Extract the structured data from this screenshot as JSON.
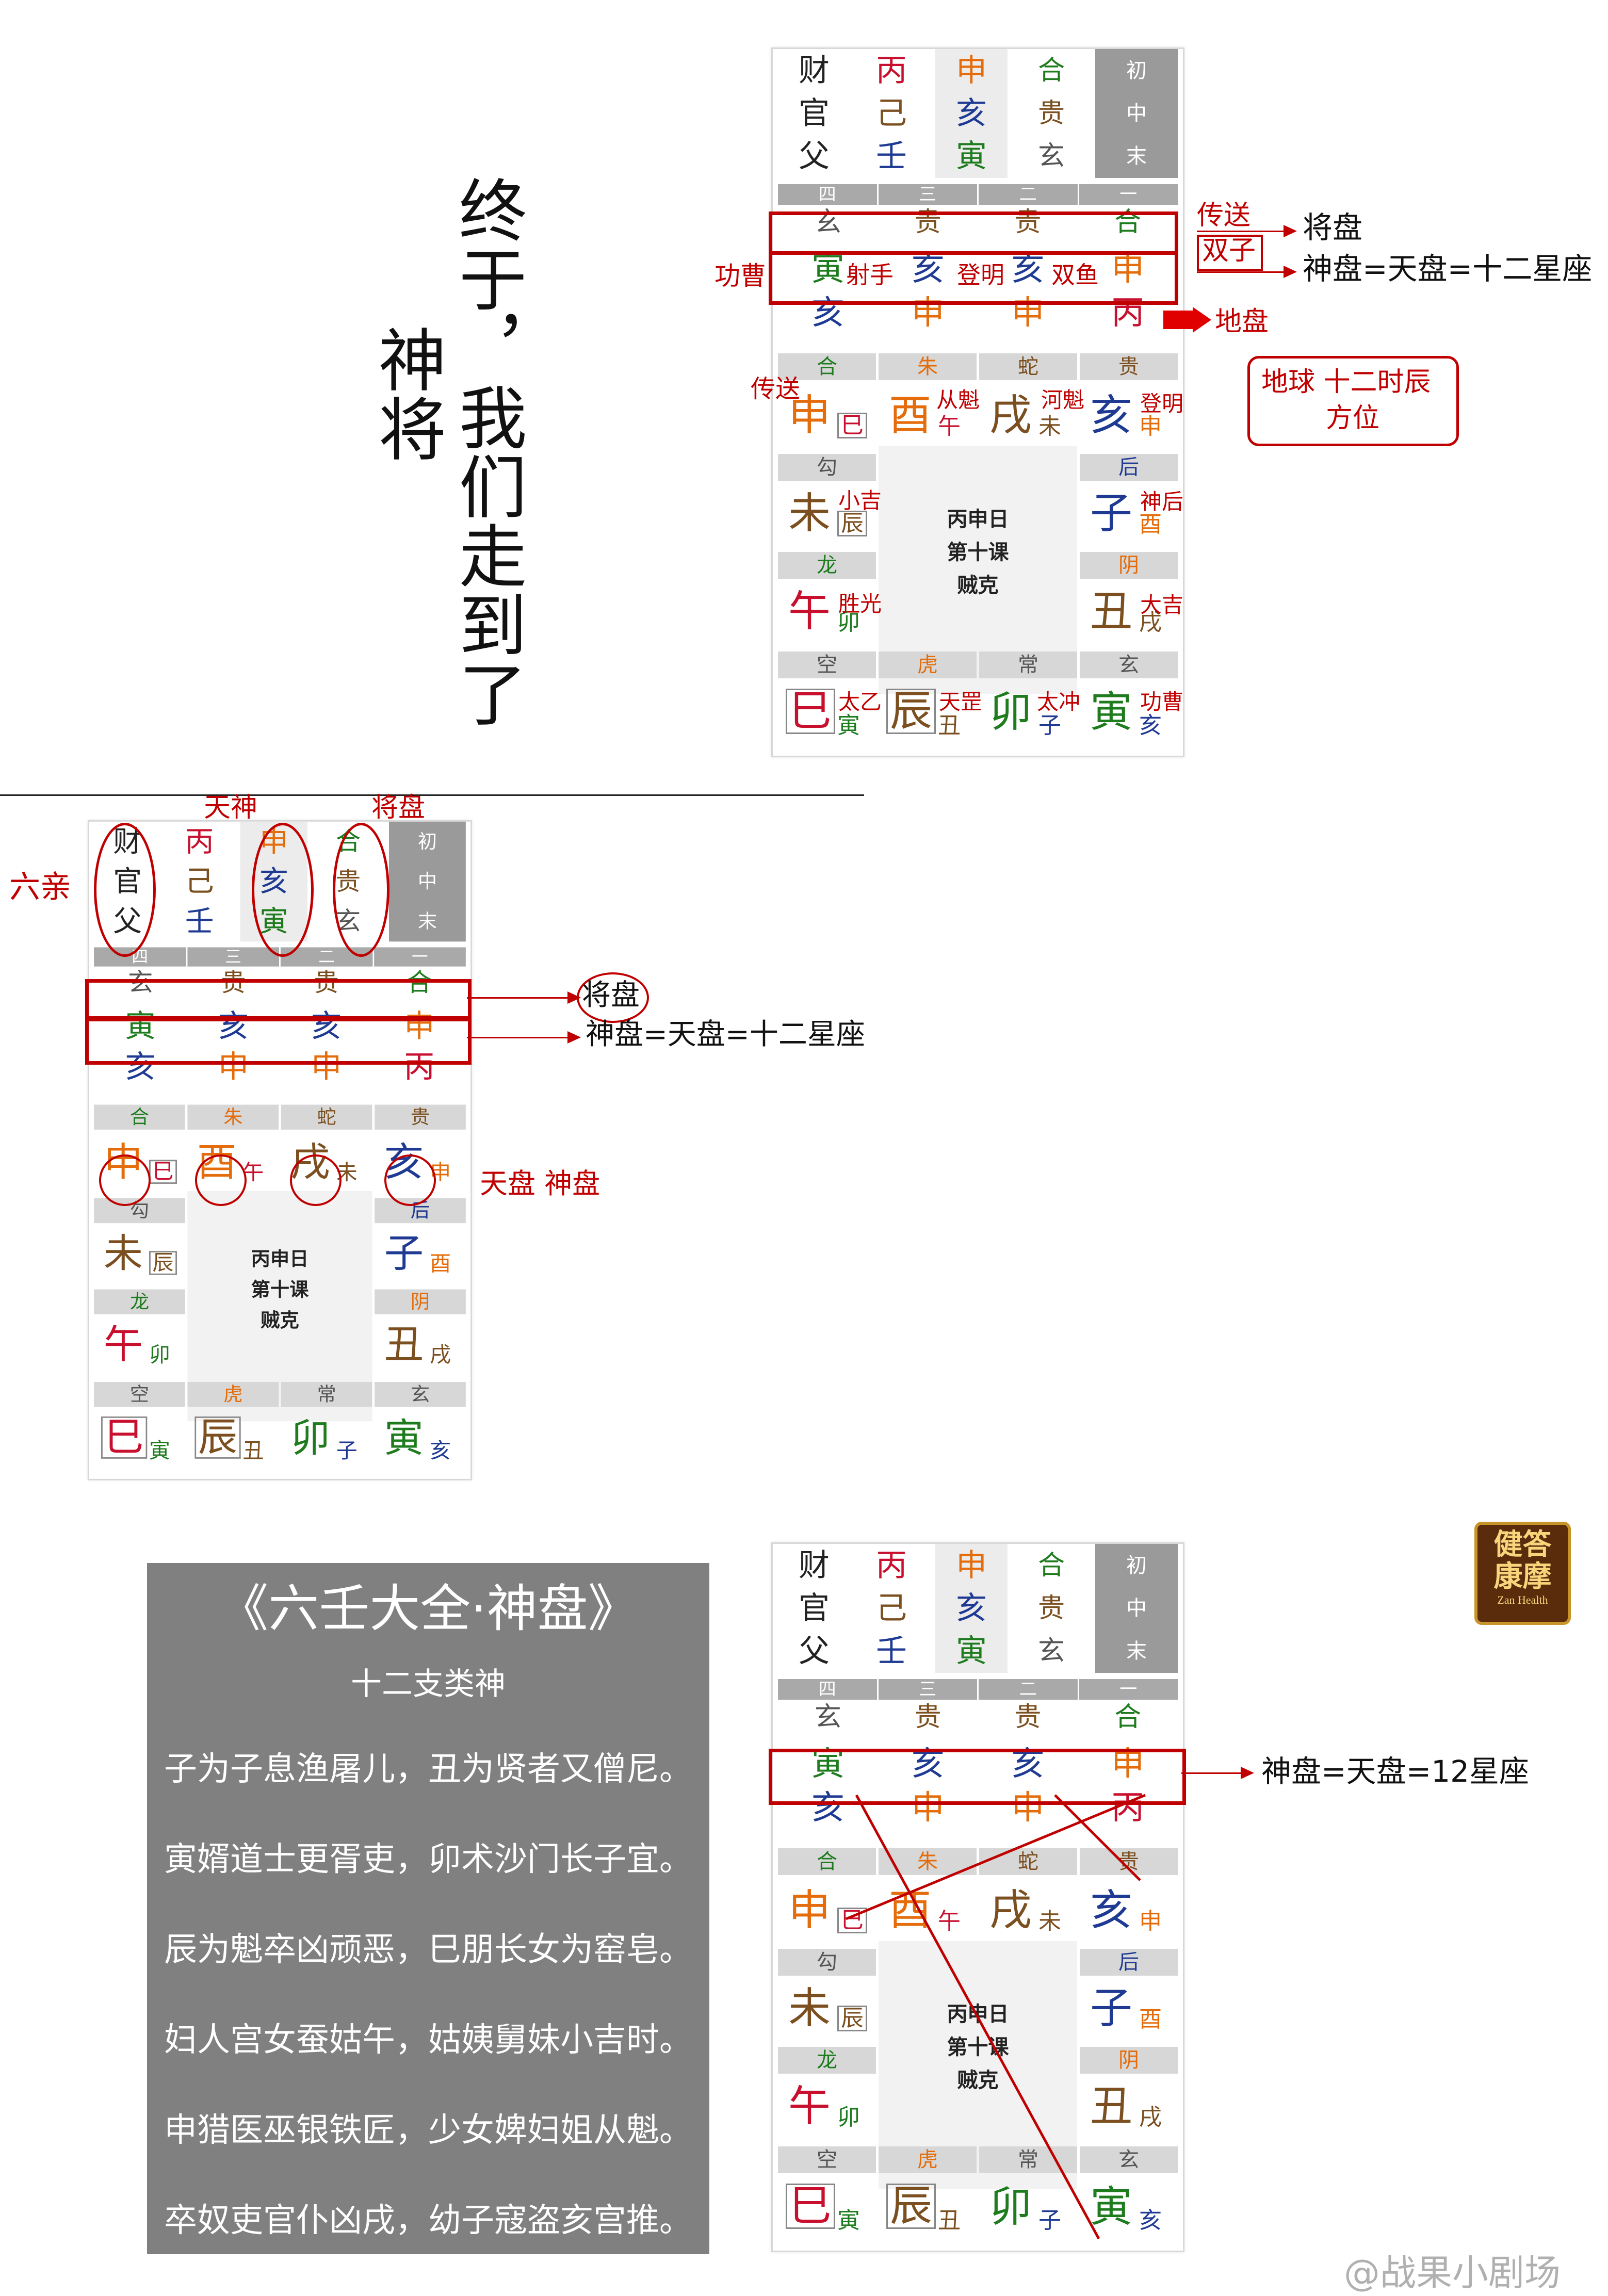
{
  "heading": {
    "col1": "终于，我们走到了",
    "col2": "神将"
  },
  "board": {
    "top": {
      "c1": [
        "财",
        "官",
        "父"
      ],
      "c2": [
        "丙",
        "己",
        "壬"
      ],
      "c3": [
        "申",
        "亥",
        "寅"
      ],
      "c4": [
        "合",
        "贵",
        "玄"
      ],
      "c5": [
        "初",
        "中",
        "末"
      ]
    },
    "strip": [
      "四",
      "三",
      "二",
      "一"
    ],
    "row1": [
      "玄",
      "贵",
      "贵",
      "合"
    ],
    "row2": [
      "寅",
      "亥",
      "亥",
      "申"
    ],
    "row3": [
      "亥",
      "申",
      "申",
      "丙"
    ],
    "ring": {
      "top_hdr": [
        "合",
        "朱",
        "蛇",
        "贵"
      ],
      "top_big": [
        "申",
        "酉",
        "戌",
        "亥"
      ],
      "top_small": [
        "巳",
        "午",
        "未",
        "申"
      ],
      "left": [
        {
          "hdr": "勾",
          "big": "未",
          "small": "辰"
        },
        {
          "hdr": "龙",
          "big": "午",
          "small": "卯"
        }
      ],
      "right": [
        {
          "hdr": "后",
          "big": "子",
          "small": "酉"
        },
        {
          "hdr": "阴",
          "big": "丑",
          "small": "戌"
        }
      ],
      "bot_hdr": [
        "空",
        "虎",
        "常",
        "玄"
      ],
      "bot_big": [
        "巳",
        "辰",
        "卯",
        "寅"
      ],
      "bot_small": [
        "寅",
        "丑",
        "子",
        "亥"
      ],
      "center": [
        "丙申日",
        "第十课",
        "贼克"
      ]
    }
  },
  "panel1": {
    "row2_annot": {
      "a": "射手",
      "b": "登明",
      "c": "双鱼"
    },
    "ring_annot": [
      "从魁",
      "河魁",
      "登明",
      "小吉",
      "神后",
      "胜光",
      "大吉",
      "太乙",
      "天罡",
      "太冲",
      "功曹"
    ],
    "labels": {
      "chuansong_top": "传送",
      "shuangzi": "双子",
      "jiangpan": "将盘",
      "shenpan": "神盘=天盘=十二星座",
      "dipan": "地盘",
      "gongcao": "功曹",
      "chuansong_left": "传送",
      "earth": "地球  十二时辰",
      "fangwei": "方位"
    }
  },
  "panel2": {
    "labels": {
      "tianshen": "天神",
      "jiangpan_top": "将盘",
      "liuqin": "六亲",
      "jiangpan": "将盘",
      "shenpan": "神盘=天盘=十二星座",
      "tianpan_shenpan": "天盘  神盘"
    }
  },
  "panel3": {
    "labels": {
      "shenpan": "神盘=天盘=12星座"
    }
  },
  "book": {
    "title": "《六壬大全·神盘》",
    "subtitle": "十二支类神",
    "lines": [
      "子为子息渔屠儿，丑为贤者又僧尼。",
      "寅婿道士更胥吏，卯术沙门长子宜。",
      "辰为魁卒凶顽恶，巳朋长女为窑皂。",
      "妇人宫女蚕姑午，姑姨舅妹小吉时。",
      "申猎医巫银铁匠，少女婢妇姐从魁。",
      "卒奴吏官仆凶戌，幼子寇盗亥宫推。"
    ]
  },
  "logo": {
    "line1": "健答",
    "line2": "康摩",
    "sub": "Zan Health"
  },
  "watermark": "@战果小剧场",
  "colors": {
    "accent_red": "#c00000",
    "panel_gray": "#808080"
  }
}
